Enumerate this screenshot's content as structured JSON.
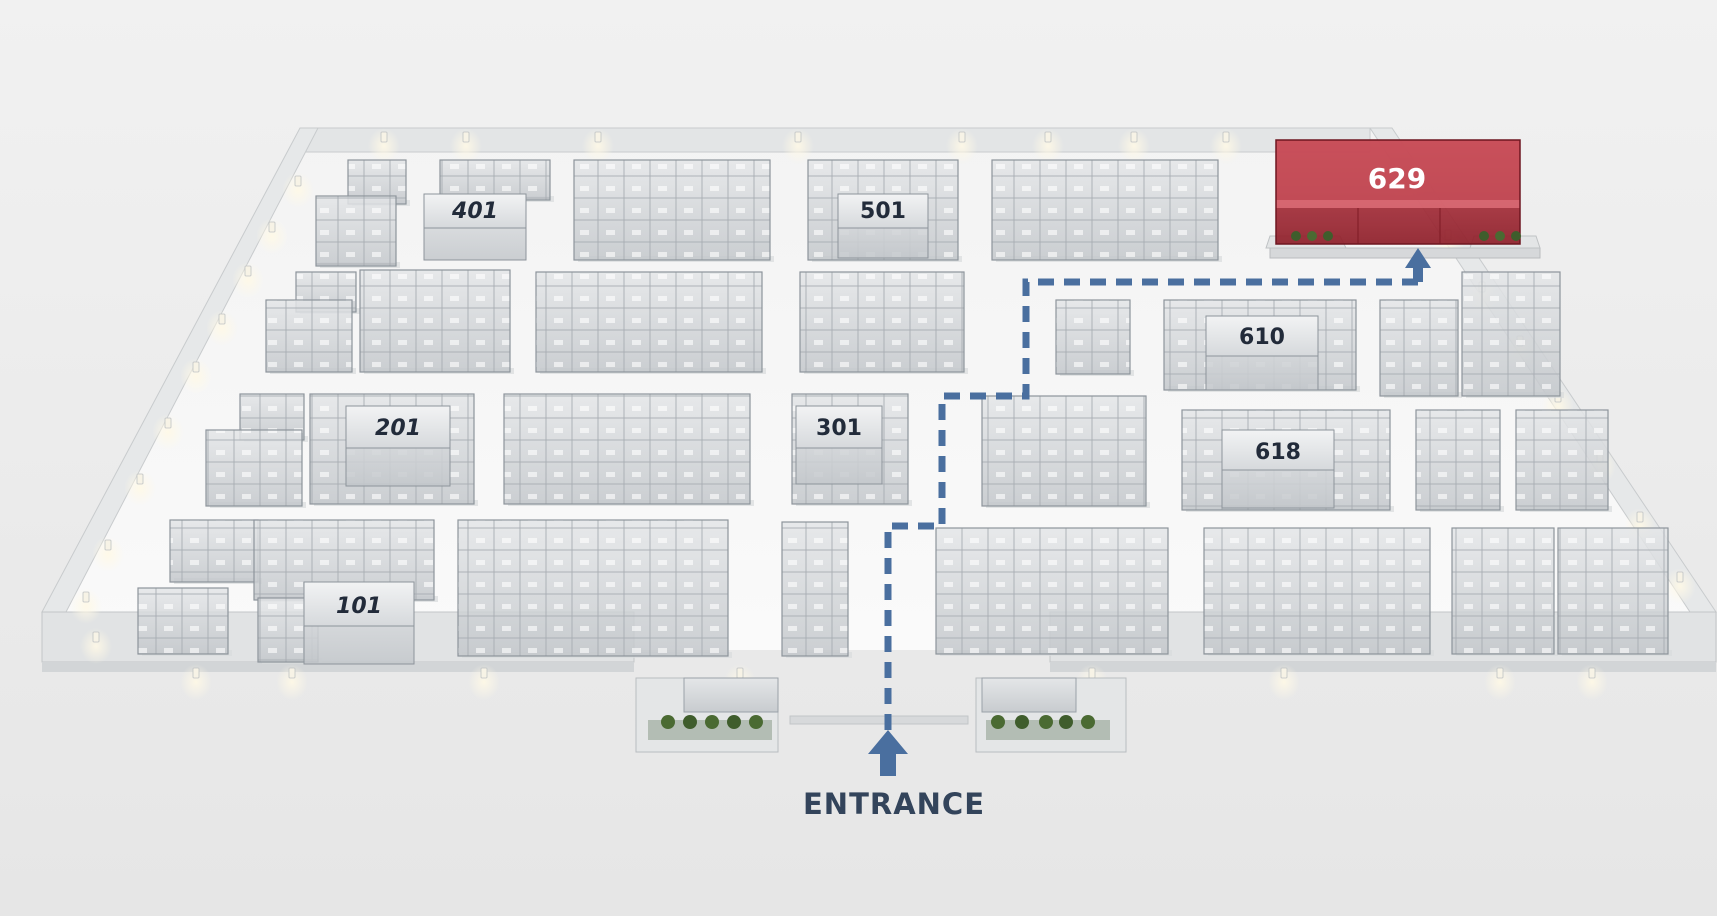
{
  "map": {
    "entrance_label": "ENTRANCE",
    "target_booth": "629",
    "booths": [
      {
        "id": "101"
      },
      {
        "id": "201"
      },
      {
        "id": "301"
      },
      {
        "id": "401"
      },
      {
        "id": "501"
      },
      {
        "id": "610"
      },
      {
        "id": "618"
      },
      {
        "id": "629"
      }
    ]
  },
  "colors": {
    "floor": "#f6f6f6",
    "wall": "#dcdedf",
    "glass": "#c9cdd1",
    "glass_stroke": "#9aa1a8",
    "route": "#4a6f9f",
    "target": "#b5313c",
    "label": "#222b3a"
  },
  "icons": {
    "route_arrow": "arrow-up-icon",
    "wall_light": "light-fixture-icon",
    "planter": "plant-icon"
  }
}
